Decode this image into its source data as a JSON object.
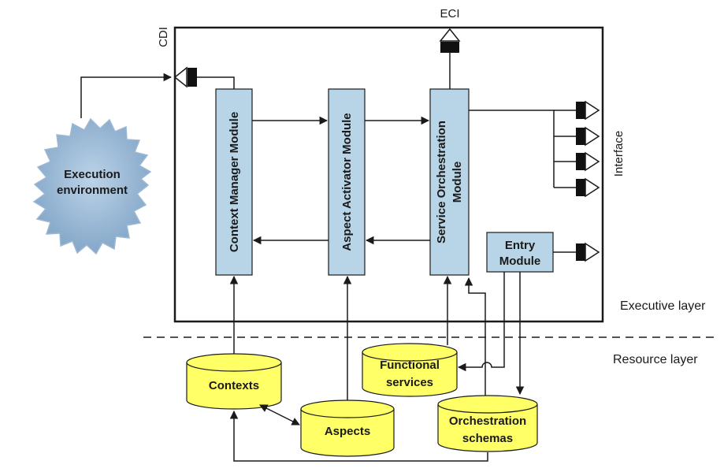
{
  "labels": {
    "cdi": "CDI",
    "eci": "ECI",
    "interface": "Interface",
    "executive_layer": "Executive layer",
    "resource_layer": "Resource layer"
  },
  "environment": {
    "line1": "Execution",
    "line2": "environment"
  },
  "modules": {
    "context_manager": "Context Manager Module",
    "aspect_activator": "Aspect Activator Module",
    "service_orchestration_line1": "Service Orchestration",
    "service_orchestration_line2": "Module",
    "entry_line1": "Entry",
    "entry_line2": "Module"
  },
  "resources": {
    "contexts": "Contexts",
    "aspects": "Aspects",
    "functional_line1": "Functional",
    "functional_line2": "services",
    "orchestration_line1": "Orchestration",
    "orchestration_line2": "schemas"
  },
  "colors": {
    "module_fill": "#b8d5e8",
    "database_fill": "#ffff66",
    "environment_fill": "#8fb1cf",
    "line": "#1a1a1a"
  }
}
